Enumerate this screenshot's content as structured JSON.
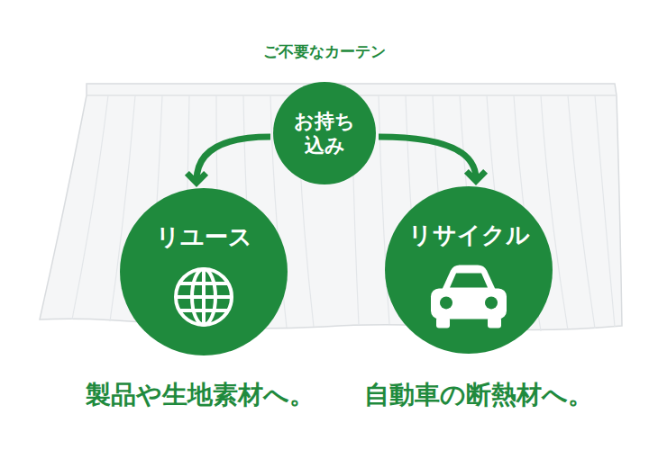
{
  "diagram": {
    "title": "ご不要なカーテン",
    "nodes": [
      {
        "text": [
          "お持ち 込み"
        ]
      },
      {
        "text": [
          "リユース"
        ]
      },
      {
        "text": [
          "リサイクル"
        ]
      }
    ],
    "edges": [
      {
        "from": 0,
        "to": 1,
        "arrow": "to"
      },
      {
        "from": 0,
        "to": 2,
        "arrow": "to"
      }
    ],
    "labels": [
      "製品や生地素材へ。",
      "自動車の断熱材へ。"
    ]
  }
}
